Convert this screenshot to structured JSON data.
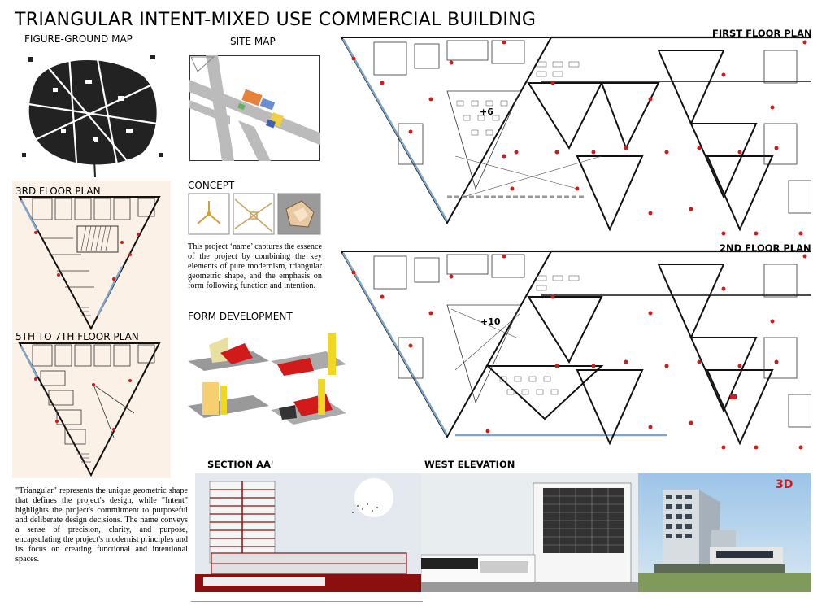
{
  "board": {
    "title": "TRIANGULAR INTENT-MIXED USE COMMERCIAL BUILDING"
  },
  "labels": {
    "figure_ground": "FIGURE-GROUND MAP",
    "site_map": "SITE MAP",
    "third_floor": "3RD FLOOR PLAN",
    "fifth_seventh_floor": "5TH TO 7TH FLOOR PLAN",
    "concept": "CONCEPT",
    "form_development": "FORM DEVELOPMENT",
    "first_floor": "FIRST FLOOR PLAN",
    "second_floor": "2ND FLOOR PLAN",
    "section": "SECTION AA'",
    "west_elevation": "WEST ELEVATION",
    "three_d": "3D"
  },
  "plan_marks": {
    "first_level": "+6",
    "second_level": "+10"
  },
  "text": {
    "concept_paragraph": "This project ‘name’ captures the essence of the project by combining the key elements of pure modernism, triangular geometric shape, and the emphasis on form following function and intention.",
    "name_paragraph": "\"Triangular\" represents the unique geometric shape that defines the project's design, while \"Intent\" highlights the project's commitment to purposeful and deliberate design decisions. The name conveys a sense of precision, clarity, and purpose, encapsulating the project's modernist principles and its focus on creating functional and intentional spaces."
  },
  "colors": {
    "accent_red": "#d21a1a",
    "glazing_blue": "#7fa6c8",
    "panel_peach": "#fcf1e6",
    "sky": "#e3e9ee"
  }
}
